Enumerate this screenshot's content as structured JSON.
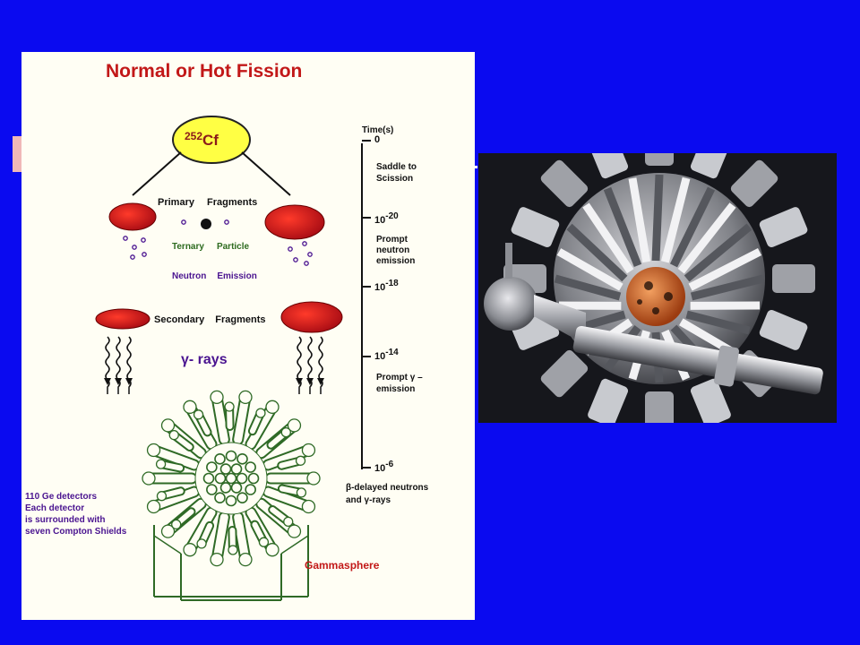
{
  "slide": {
    "background": "#0a0af0"
  },
  "diagram": {
    "title": "Normal or Hot Fission",
    "source": {
      "label": "252Cf",
      "mass": "252",
      "symbol": "Cf"
    },
    "primary": {
      "word1": "Primary",
      "word2": "Fragments"
    },
    "ternary": {
      "word1": "Ternary",
      "word2": "Particle"
    },
    "neutron": {
      "word1": "Neutron",
      "word2": "Emission"
    },
    "secondary": {
      "word1": "Secondary",
      "word2": "Fragments"
    },
    "gamma": {
      "label": "γ- rays"
    },
    "detector_note": [
      "110 Ge detectors",
      "Each detector",
      "is surrounded with",
      "seven Compton Shields"
    ],
    "instrument": "Gammasphere",
    "colors": {
      "fragment": "#d8141c",
      "source": "#ffff44",
      "title": "#c21818",
      "green": "#2d6b1f",
      "purple": "#4a1490",
      "detector": "#2f6a26"
    }
  },
  "timeline": {
    "header": "Time(s)",
    "ticks": [
      {
        "base": "",
        "exp": "",
        "value": "0"
      },
      {
        "base": "10",
        "exp": "-20"
      },
      {
        "base": "10",
        "exp": "-18"
      },
      {
        "base": "10",
        "exp": "-14"
      },
      {
        "base": "10",
        "exp": "-6"
      }
    ],
    "events": [
      [
        "Saddle to",
        "Scission"
      ],
      [
        "Prompt",
        "neutron",
        "emission"
      ],
      [
        "Prompt γ –",
        "emission"
      ],
      [
        "β-delayed  neutrons",
        "and  γ-rays"
      ]
    ]
  },
  "photo": {
    "icon": "gammasphere-photo"
  }
}
